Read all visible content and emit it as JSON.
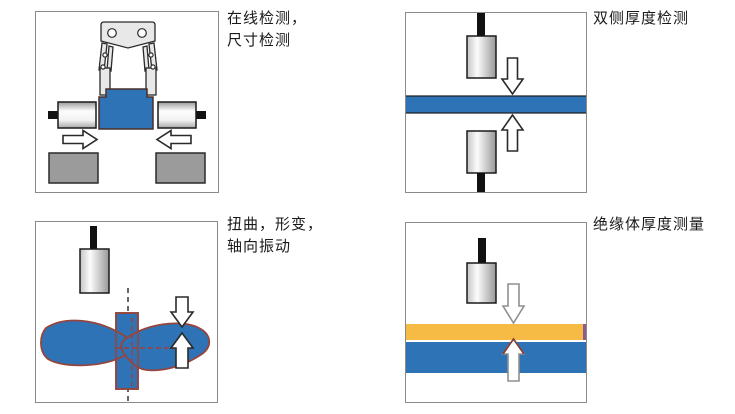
{
  "colors": {
    "blue": "#2E73B6",
    "yellow": "#F5BB45",
    "gray_block": "#9B9B9B",
    "band_outline": "#96453C",
    "panel_border": "#8A8A8A",
    "text": "#1A1A1A"
  },
  "panels": [
    {
      "name": "online-dimension-inspection",
      "lines": [
        "在线检测，",
        "尺寸检测"
      ]
    },
    {
      "name": "dual-side-thickness-detection",
      "lines": [
        "双侧厚度检测"
      ]
    },
    {
      "name": "twist-deformation-axial-vibration",
      "lines": [
        "扭曲，形变，",
        "轴向振动"
      ]
    },
    {
      "name": "insulator-thickness-measurement",
      "lines": [
        "绝缘体厚度测量"
      ]
    }
  ]
}
